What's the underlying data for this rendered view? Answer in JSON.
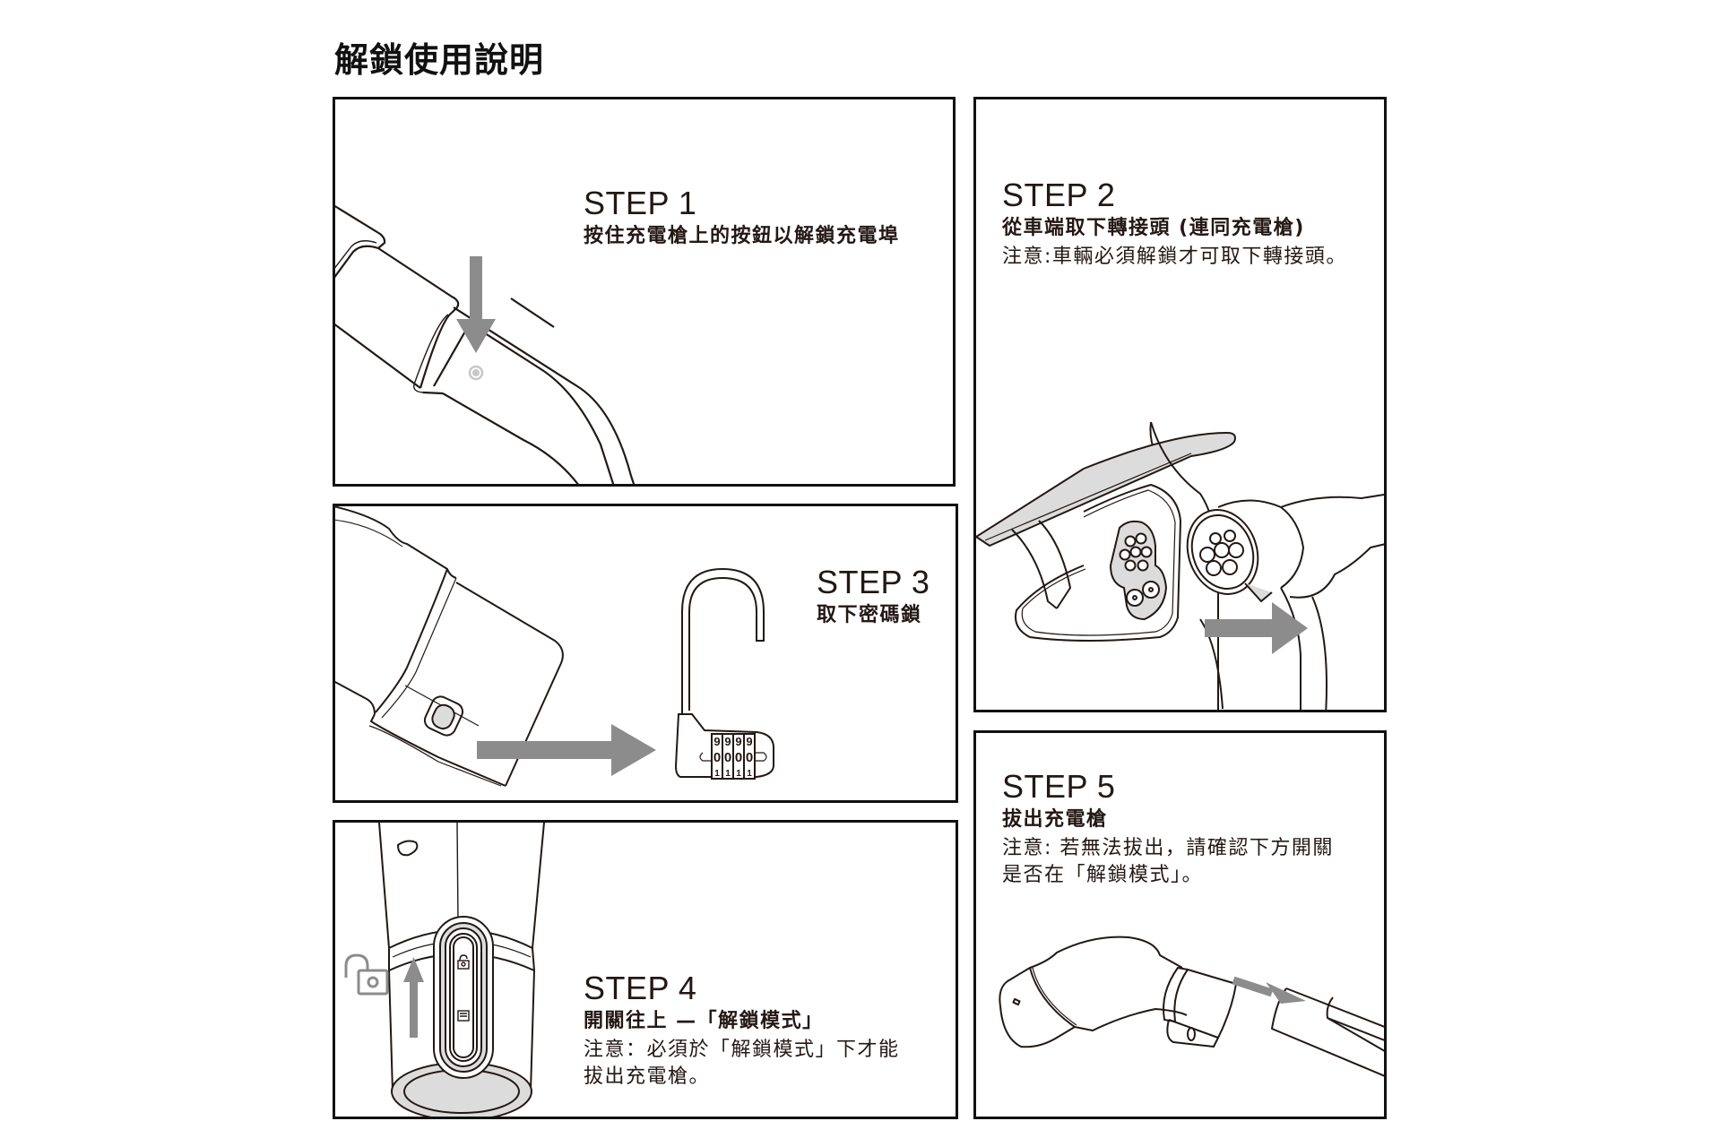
{
  "page": {
    "title": "解鎖使用說明"
  },
  "colors": {
    "border": "#111111",
    "text": "#231815",
    "arrow": "#8c8c8c",
    "fill_light": "#dcdcdc"
  },
  "steps": [
    {
      "label": "STEP 1",
      "title": "按住充電槍上的按鈕以解鎖充電埠",
      "note": "",
      "illustration": "charging-gun-press-button",
      "arrow": "down"
    },
    {
      "label": "STEP 2",
      "title": "從車端取下轉接頭 (連同充電槍)",
      "note": "注意:車輛必須解鎖才可取下轉接頭。",
      "illustration": "car-port-adapter-removal",
      "arrow": "right"
    },
    {
      "label": "STEP 3",
      "title": "取下密碼鎖",
      "note": "",
      "illustration": "combination-padlock-removal",
      "arrow": "right",
      "padlock_digits": {
        "top": [
          "9",
          "9",
          "9",
          "9"
        ],
        "middle": [
          "0",
          "0",
          "0",
          "0"
        ],
        "bottom": [
          "1",
          "1",
          "1",
          "1"
        ]
      }
    },
    {
      "label": "STEP 4",
      "title": "開關往上 —「解鎖模式」",
      "note_lines": [
        "注意：必須於「解鎖模式」下才能",
        "拔出充電槍。"
      ],
      "illustration": "switch-slide-up-unlock",
      "arrow": "up",
      "icon": "unlock-padlock-icon"
    },
    {
      "label": "STEP 5",
      "title": "拔出充電槍",
      "note_lines": [
        "注意: 若無法拔出，請確認下方開關",
        "是否在「解鎖模式」。"
      ],
      "illustration": "pull-out-charging-gun",
      "arrow": "diagonal-right-down"
    }
  ]
}
